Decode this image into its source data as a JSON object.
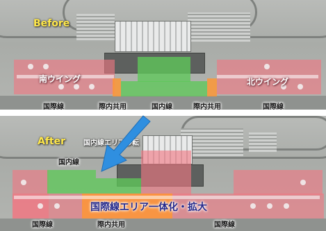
{
  "before": {
    "stage_label": "Before",
    "zones": {
      "south_wing": "南ウイング",
      "north_wing": "北ウイング"
    },
    "captions": [
      "国際線",
      "際内共用",
      "国内線",
      "際内共用",
      "国際線"
    ]
  },
  "after": {
    "stage_label": "After",
    "move_label": "国内線エリア移転",
    "domestic_label": "国内線",
    "integration_label": "国際線エリア一体化・拡大",
    "captions": [
      "国際線",
      "際内共用",
      "国際線"
    ]
  },
  "colors": {
    "international": "#f07882",
    "domestic": "#5fc85a",
    "shared": "#ff9632",
    "arrow": "#2f8fe0",
    "stage_text": "#ffe84a",
    "integration_text": "#24288a"
  },
  "icons": {
    "relocation_arrow": "arrow-down-left-icon"
  }
}
